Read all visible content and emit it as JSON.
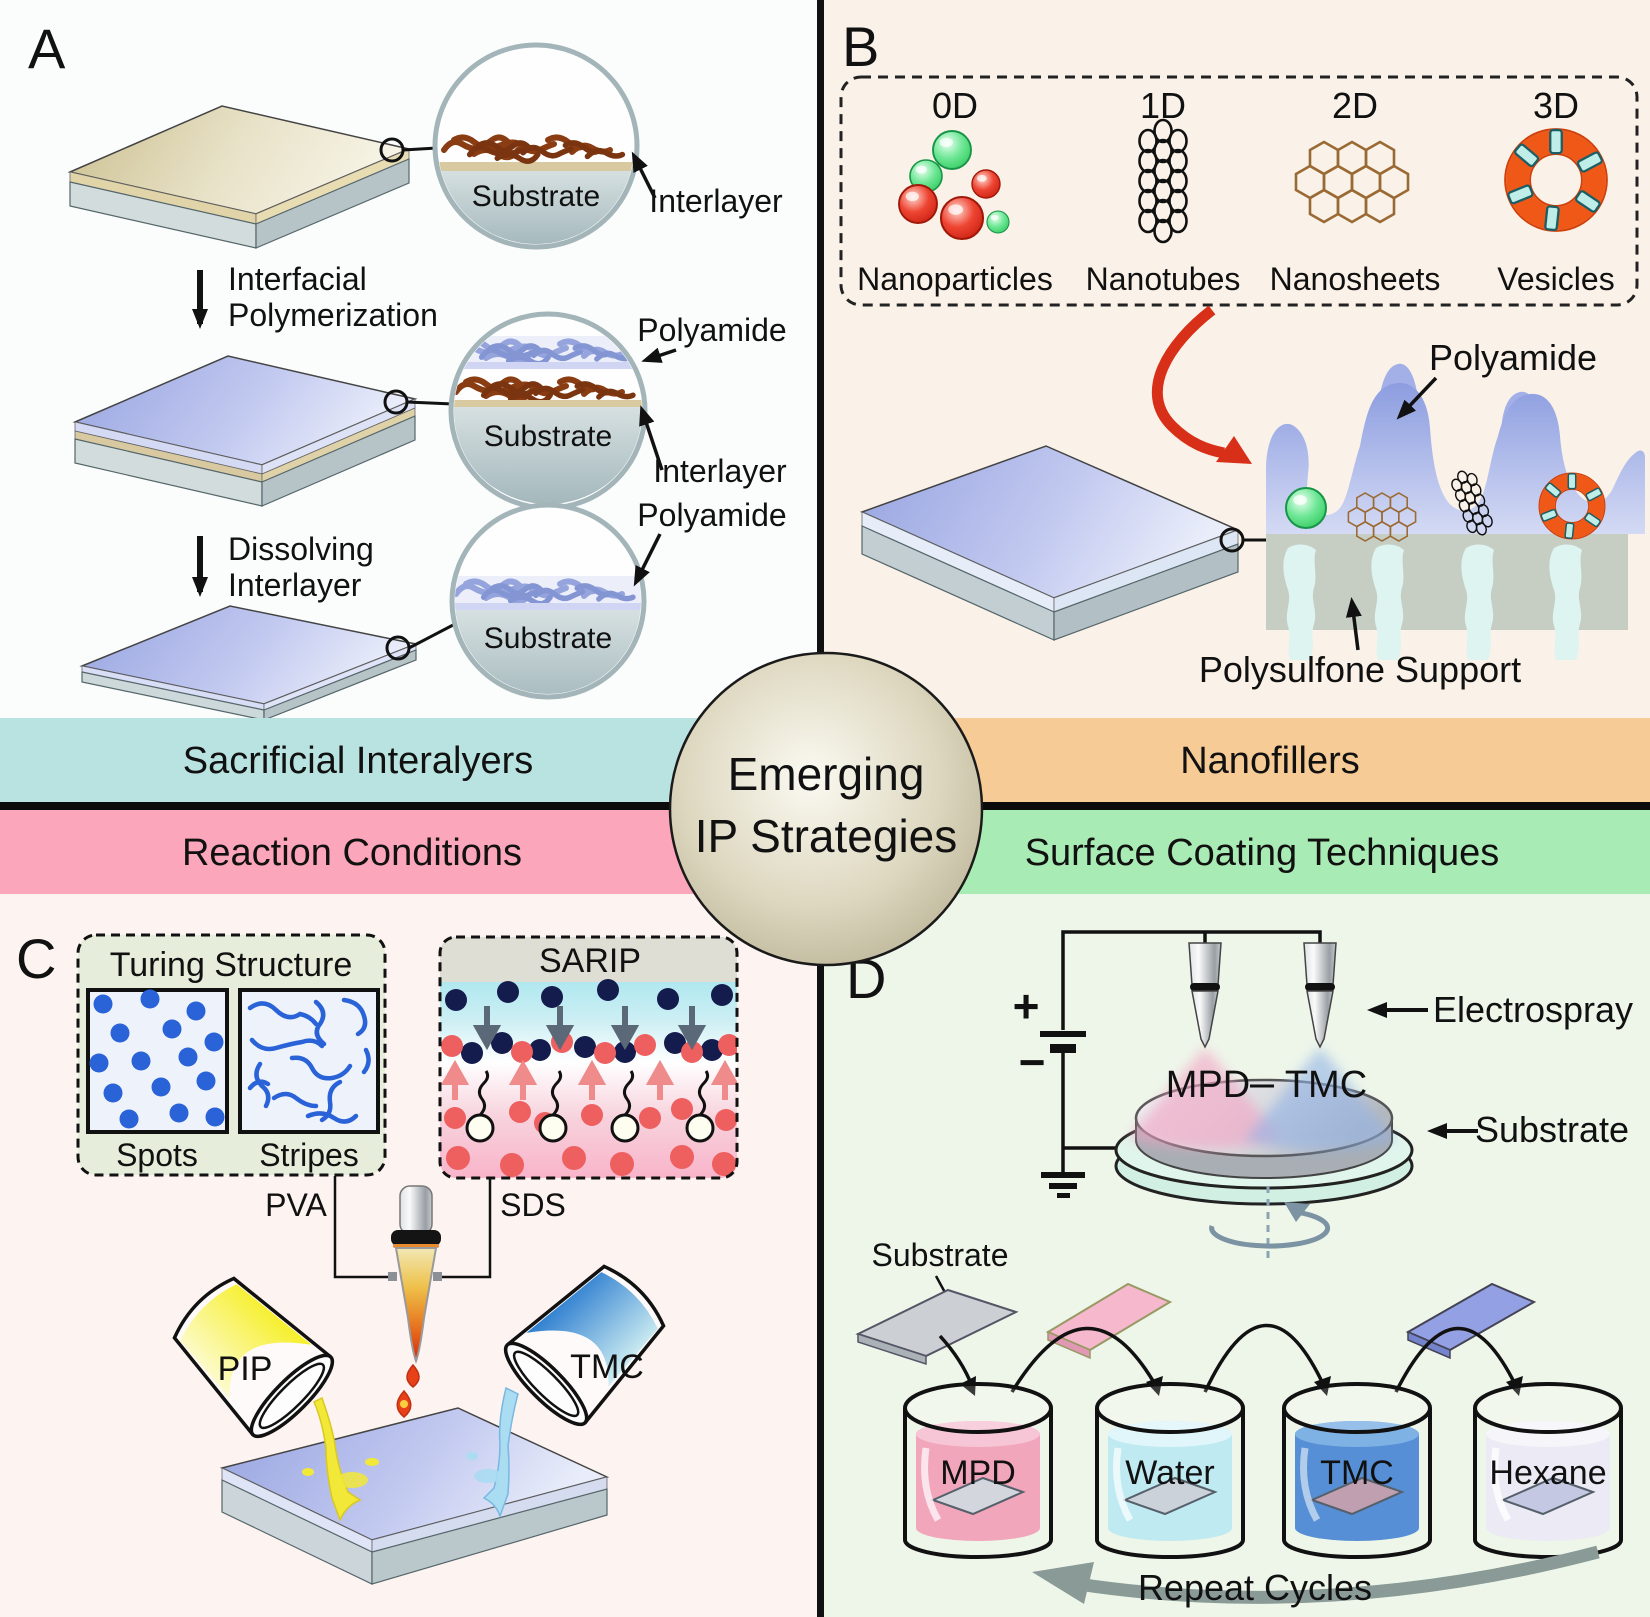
{
  "figure": {
    "center": {
      "line1": "Emerging",
      "line2": "IP Strategies"
    },
    "banners": {
      "sacrificial": {
        "label": "Sacrificial Interalyers",
        "color": "#b9e3e1"
      },
      "nanofillers": {
        "label": "Nanofillers",
        "color": "#f6cb96"
      },
      "reaction": {
        "label": "Reaction Conditions",
        "color": "#fba6ba"
      },
      "surface": {
        "label": "Surface Coating Techniques",
        "color": "#a9ebb4"
      }
    },
    "panelA": {
      "tag": "A",
      "substrate1": "Substrate",
      "interlayer1": "Interlayer",
      "step1_line1": "Interfacial",
      "step1_line2": "Polymerization",
      "polyamide2": "Polyamide",
      "substrate2": "Substrate",
      "interlayer2": "Interlayer",
      "step2_line1": "Dissolving",
      "step2_line2": "Interlayer",
      "polyamide3": "Polyamide",
      "substrate3": "Substrate"
    },
    "panelB": {
      "tag": "B",
      "dims": [
        "0D",
        "1D",
        "2D",
        "3D"
      ],
      "types": [
        "Nanoparticles",
        "Nanotubes",
        "Nanosheets",
        "Vesicles"
      ],
      "polyamide_label": "Polyamide",
      "support_label": "Polysulfone Support"
    },
    "panelC": {
      "tag": "C",
      "turing_title": "Turing Structure",
      "spots": "Spots",
      "stripes": "Stripes",
      "sarip_title": "SARIP",
      "pva": "PVA",
      "sds": "SDS",
      "pip": "PIP",
      "tmc": "TMC"
    },
    "panelD": {
      "tag": "D",
      "plus": "+",
      "minus": "−",
      "mpd": "MPD",
      "tmc": "TMC",
      "electrospray": "Electrospray",
      "substrate_top": "Substrate",
      "substrate_bottom": "Substrate",
      "beakers": [
        "MPD",
        "Water",
        "TMC",
        "Hexane"
      ],
      "repeat": "Repeat Cycles"
    },
    "colors": {
      "panelA_bg": "#fbfcfc",
      "panelB_bg": "#faf2e8",
      "panelC_bg": "#fdf3f1",
      "panelD_bg": "#eef6ea",
      "accent_red": "#d83018",
      "interlayer_brown": "#8a3c12",
      "polyamide_lavender": "#97a6e2",
      "vesicle_orange": "#f05818",
      "turing_blue": "#2a63d8",
      "mpd_pink": "#f2a6bc",
      "water_cyan": "#bfeaf2",
      "tmc_blue": "#568fd6",
      "hexane_pale": "#eceaf4"
    }
  }
}
